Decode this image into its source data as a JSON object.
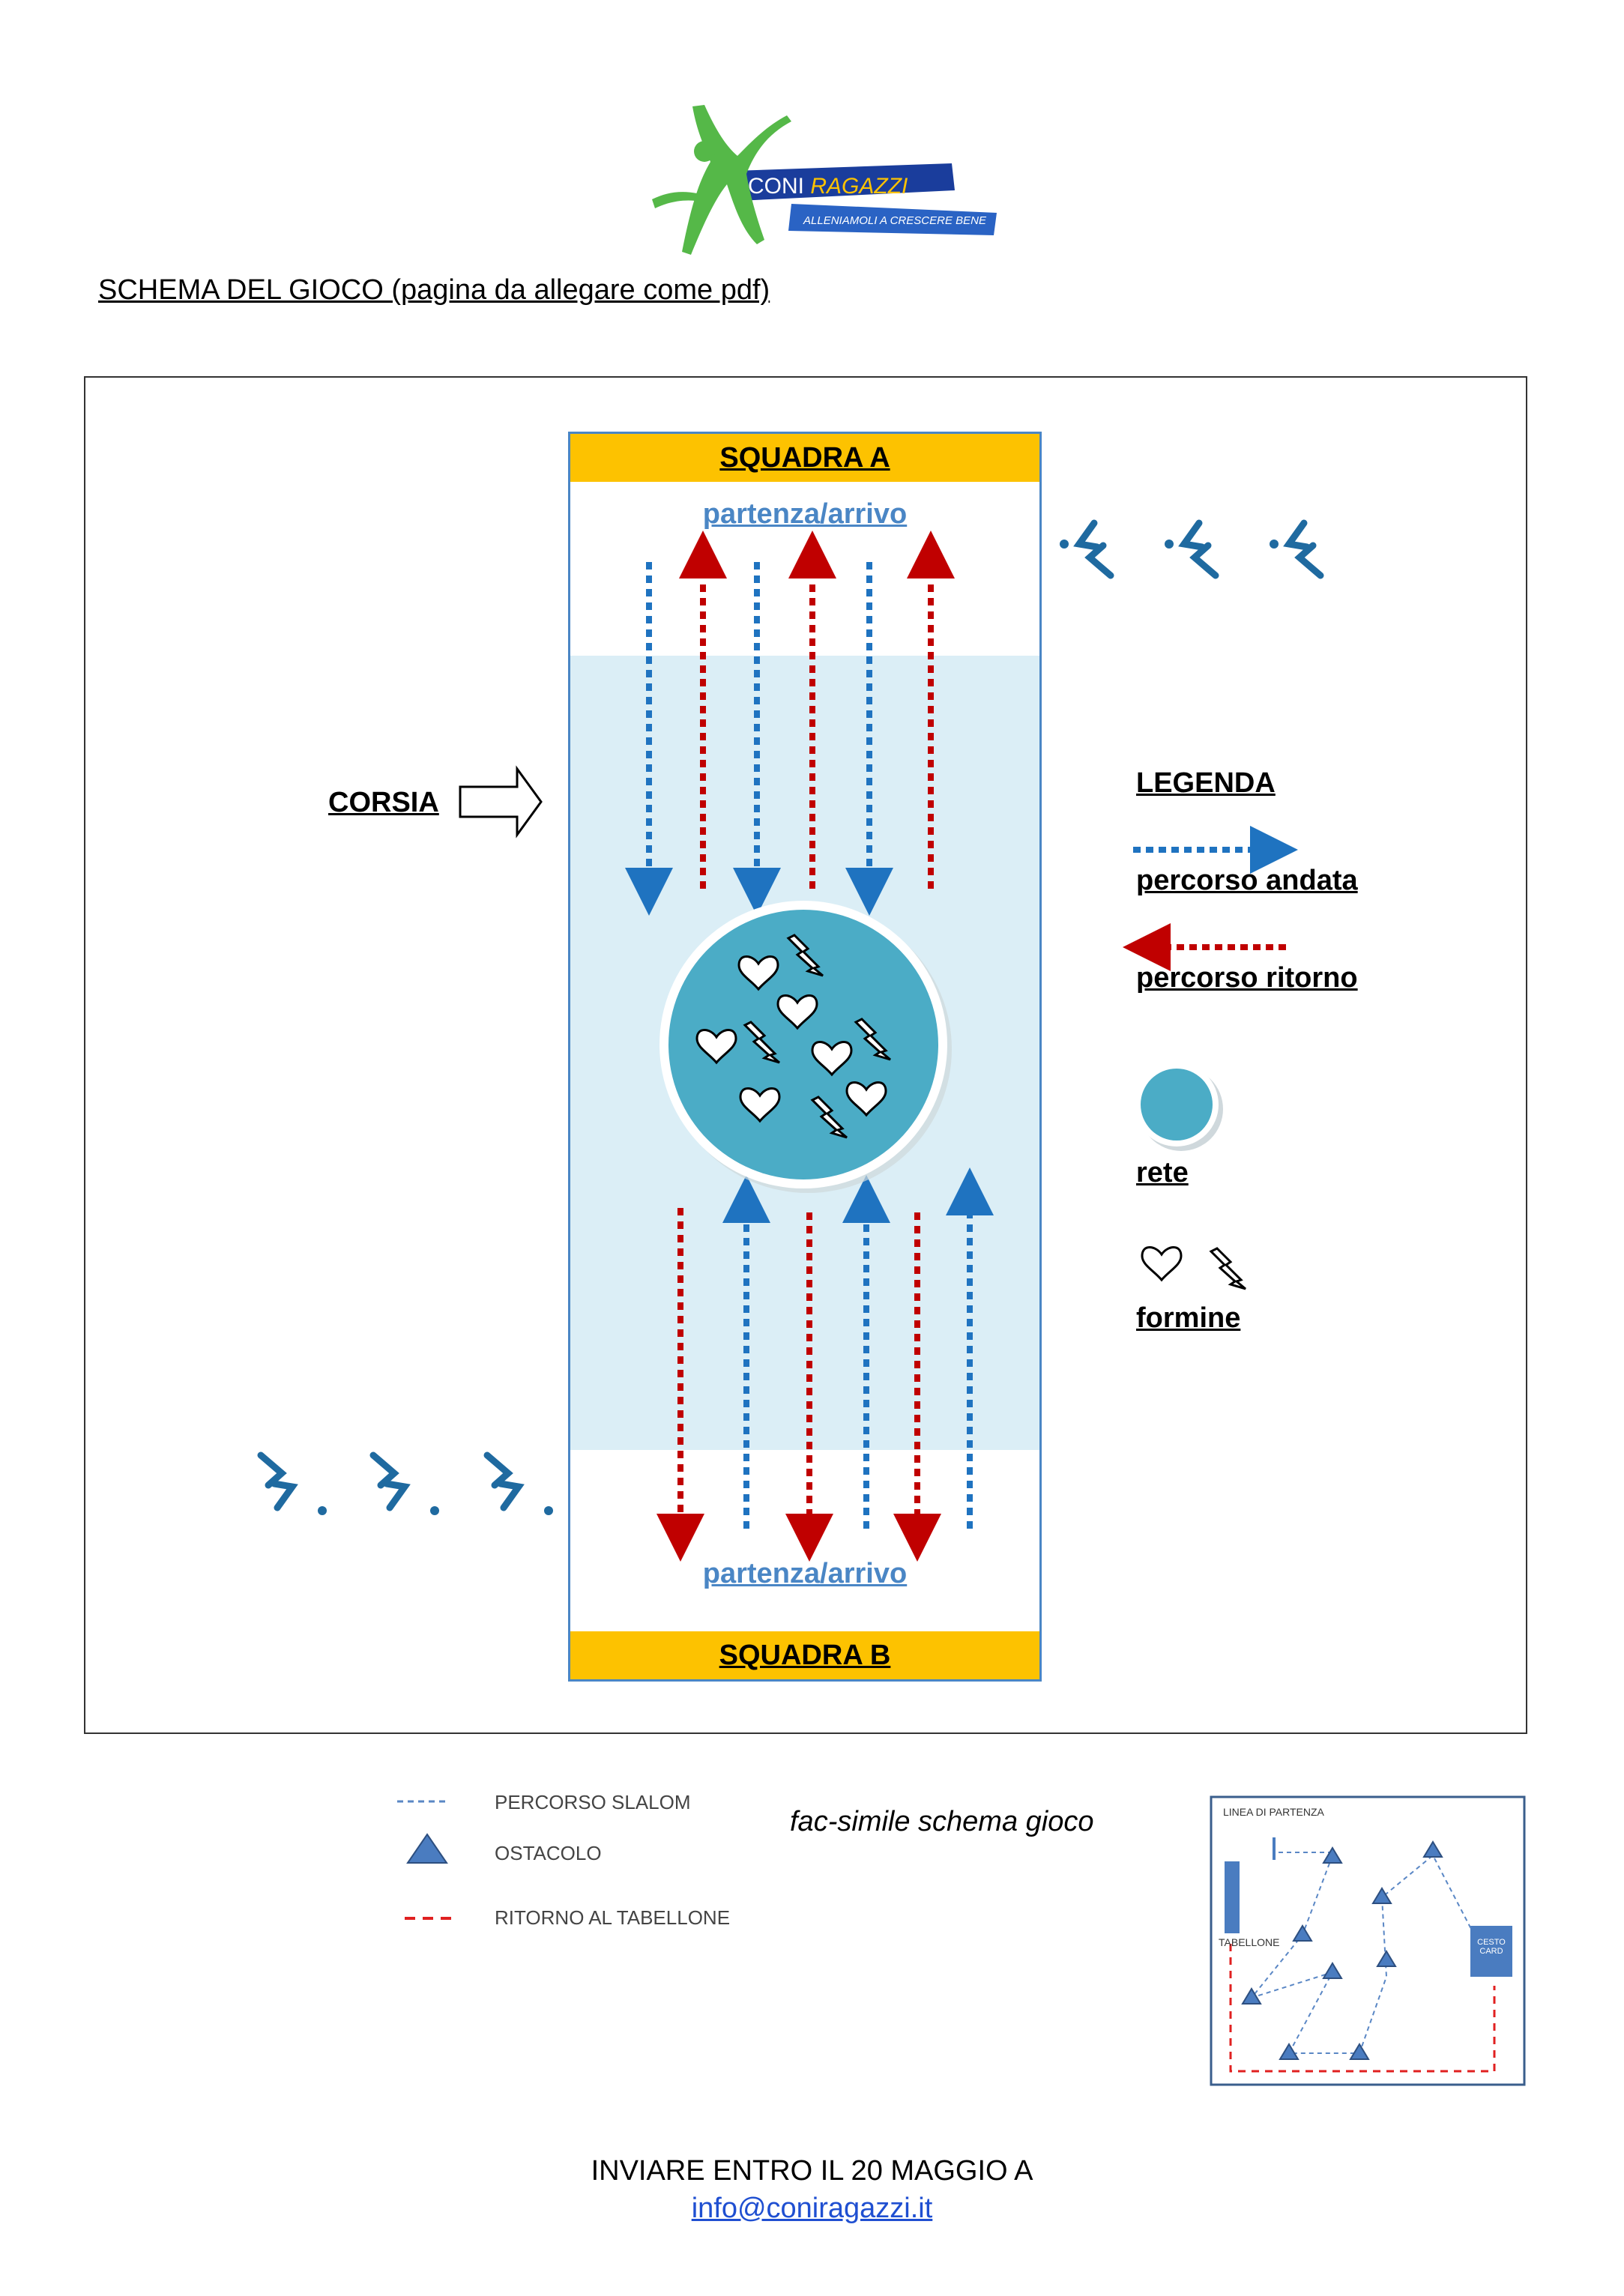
{
  "logo": {
    "brand_coni": "CONI",
    "brand_ragazzi": "RAGAZZI",
    "tagline": "ALLENIAMOLI A CRESCERE BENE"
  },
  "heading": "SCHEMA DEL GIOCO (pagina da allegare come pdf)",
  "field": {
    "team_a": "SQUADRA A",
    "team_b": "SQUADRA B",
    "start_top": "partenza/arrivo",
    "start_bottom": "partenza/arrivo",
    "lane_label": "CORSIA"
  },
  "legend": {
    "title": "LEGENDA",
    "andata": "percorso andata",
    "ritorno": "percorso ritorno",
    "rete": "rete",
    "formine": "formine"
  },
  "example_legend": {
    "slalom": "PERCORSO SLALOM",
    "ostacolo": "OSTACOLO",
    "ritorno": "RITORNO AL TABELLONE"
  },
  "facsimile_caption": "fac-simile schema gioco",
  "facsimile": {
    "linea": "LINEA DI PARTENZA",
    "tabellone": "TABELLONE",
    "cesto_1": "CESTO",
    "cesto_2": "CARD"
  },
  "footer": {
    "line": "INVIARE ENTRO IL 20 MAGGIO A",
    "email": "info@coniragazzi.it"
  },
  "colors": {
    "blue": "#1f73c0",
    "red": "#c00000",
    "team_bar": "#fdc200",
    "lane": "#dbeef6",
    "net": "#4bacc6"
  },
  "icons": [
    "jumping-girl-logo",
    "swimmer-icon",
    "heart-icon",
    "lightning-icon",
    "triangle-icon",
    "outline-arrow-icon"
  ]
}
